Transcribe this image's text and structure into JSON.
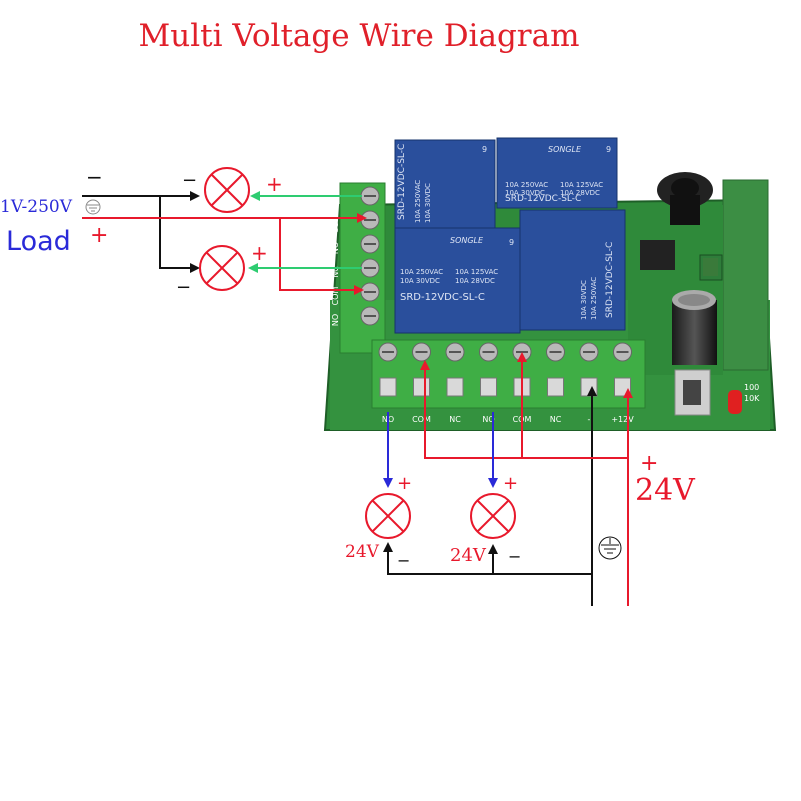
{
  "title": "Multi Voltage Wire Diagram",
  "load_section": {
    "voltage_range": "1V-250V",
    "load_label": "Load",
    "minus_sign": "−",
    "plus_sign": "+"
  },
  "supply": {
    "voltage": "24V",
    "plus_sign": "+"
  },
  "small_lamps": {
    "voltage": "24V",
    "plus_sign": "+",
    "minus_sign": "−"
  },
  "relays": {
    "brand": "SONGLE",
    "model": "SRD-12VDC-SL-C",
    "rating_1": "10A 250VAC",
    "rating_2": "10A 125VAC",
    "rating_3": "10A 30VDC",
    "rating_4": "10A 28VDC",
    "count": "9"
  },
  "board": {
    "bottom_terminals": [
      "NO",
      "COM",
      "NC",
      "NO",
      "COM",
      "NC",
      "-",
      "+12V"
    ],
    "left_terminals": [
      "NC",
      "COM",
      "NO",
      "NC",
      "COM",
      "NO"
    ],
    "led_labels": [
      "100",
      "10K"
    ]
  },
  "colors": {
    "title": "#e0202a",
    "wire_red": "#e8192c",
    "wire_black": "#111111",
    "wire_green": "#2ecc71",
    "wire_blue": "#2a2ad8",
    "board_green": "#2f8a3a",
    "relay_blue": "#2a4f9c",
    "terminal_green": "#3fae45"
  }
}
